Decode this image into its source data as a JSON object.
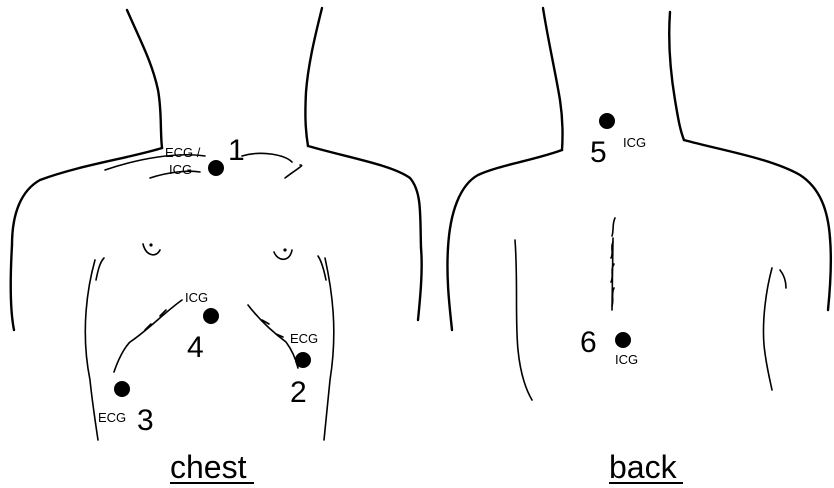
{
  "views": {
    "chest": {
      "caption": "chest",
      "electrodes": [
        {
          "number": "1",
          "label_line1": "ECG /",
          "label_line2": "ICG"
        },
        {
          "number": "2",
          "label": "ECG"
        },
        {
          "number": "3",
          "label": "ECG"
        },
        {
          "number": "4",
          "label": "ICG"
        }
      ]
    },
    "back": {
      "caption": "back",
      "electrodes": [
        {
          "number": "5",
          "label": "ICG"
        },
        {
          "number": "6",
          "label": "ICG"
        }
      ]
    }
  },
  "colors": {
    "ink": "#000000",
    "background": "#ffffff"
  }
}
